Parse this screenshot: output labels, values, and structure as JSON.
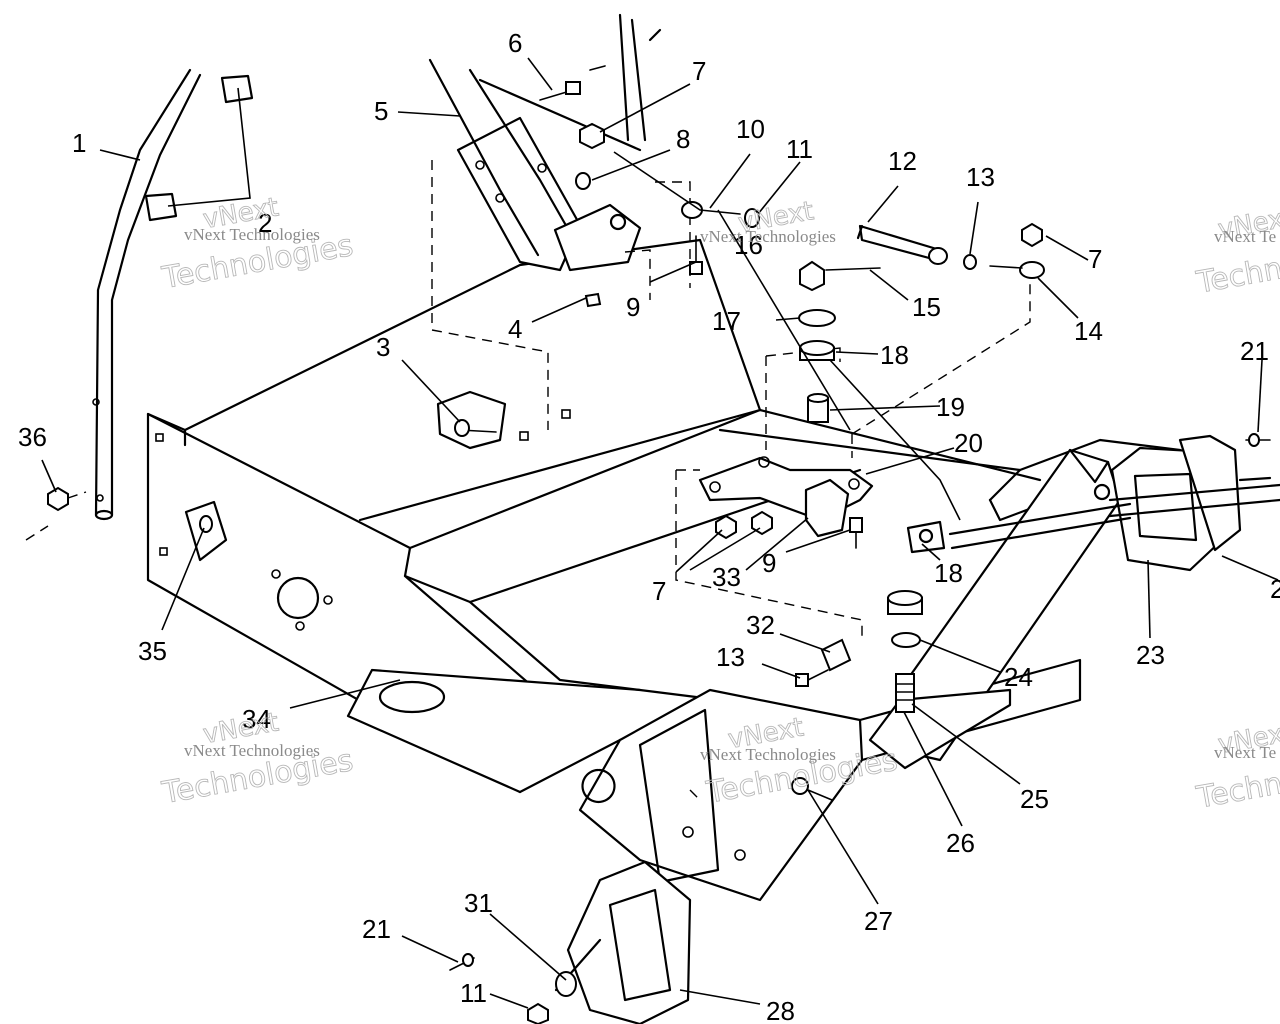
{
  "labels": {
    "p1": "1",
    "p2": "2",
    "p3": "3",
    "p4": "4",
    "p5": "5",
    "p6": "6",
    "p7a": "7",
    "p7b": "7",
    "p7c": "7",
    "p8": "8",
    "p9a": "9",
    "p9b": "9",
    "p10": "10",
    "p11a": "11",
    "p11b": "11",
    "p12": "12",
    "p13a": "13",
    "p13b": "13",
    "p14": "14",
    "p15": "15",
    "p16": "16",
    "p17": "17",
    "p18a": "18",
    "p18b": "18",
    "p19": "19",
    "p20": "20",
    "p21a": "21",
    "p21b": "21",
    "p22": "2",
    "p23": "23",
    "p24": "24",
    "p25": "25",
    "p26": "26",
    "p27": "27",
    "p28": "28",
    "p31": "31",
    "p32": "32",
    "p33": "33",
    "p34": "34",
    "p35": "35",
    "p36": "36"
  },
  "watermark": {
    "brand_line1": "vNext",
    "brand_line2": "Technologies",
    "small_text": "vNext Technologies",
    "small_text_clipped": "vNext Te"
  },
  "colors": {
    "ink": "#000000",
    "paper": "#ffffff",
    "watermark": "#b8b8b8"
  }
}
